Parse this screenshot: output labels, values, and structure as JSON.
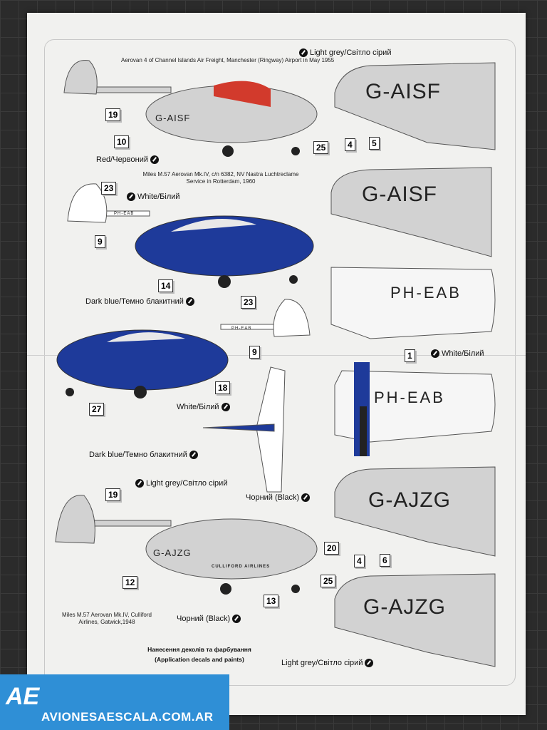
{
  "captions": [
    "Aerovan 4 of Channel Islands Air Freight, Manchester (Ringway) Airport in May 1955",
    "Miles M.57 Aerovan Mk.IV, c/n 6382, NV Nastra Luchtreclame Service in Rotterdam, 1960",
    "Miles M.57 Aerovan Mk.IV, Culliford Airlines, Gatwick,1948"
  ],
  "paints": [
    "Light grey/Світло сірий",
    "Red/Червоний",
    "White/Білий",
    "Dark blue/Темно блакитний",
    "White/Білий",
    "White/Білий",
    "Dark blue/Темно блакитний",
    "Чорний (Black)",
    "Light grey/Світло сірий",
    "Чорний (Black)",
    "Light grey/Світло сірий"
  ],
  "decals": [
    "19",
    "10",
    "25",
    "4",
    "5",
    "23",
    "9",
    "14",
    "23",
    "9",
    "18",
    "27",
    "1",
    "19",
    "12",
    "13",
    "20",
    "25",
    "4",
    "6"
  ],
  "registrations": {
    "g_aisf": "G-AISF",
    "ph_eab": "PH-EAB",
    "ph_eab_small": "PH-EAB",
    "g_ajzg": "G-AJZG",
    "culliford": "CULLIFORD AIRLINES"
  },
  "footer": {
    "line1": "Нанесення деколів та фарбування",
    "line2": "(Application decals and paints)"
  },
  "watermark": {
    "logo": "AE",
    "site": "AVIONESAESCALA.COM.AR"
  },
  "colors": {
    "grey": "#d2d2d2",
    "blue": "#1e3a9a",
    "red": "#d23a2c",
    "banner": "#2f8fd6"
  }
}
